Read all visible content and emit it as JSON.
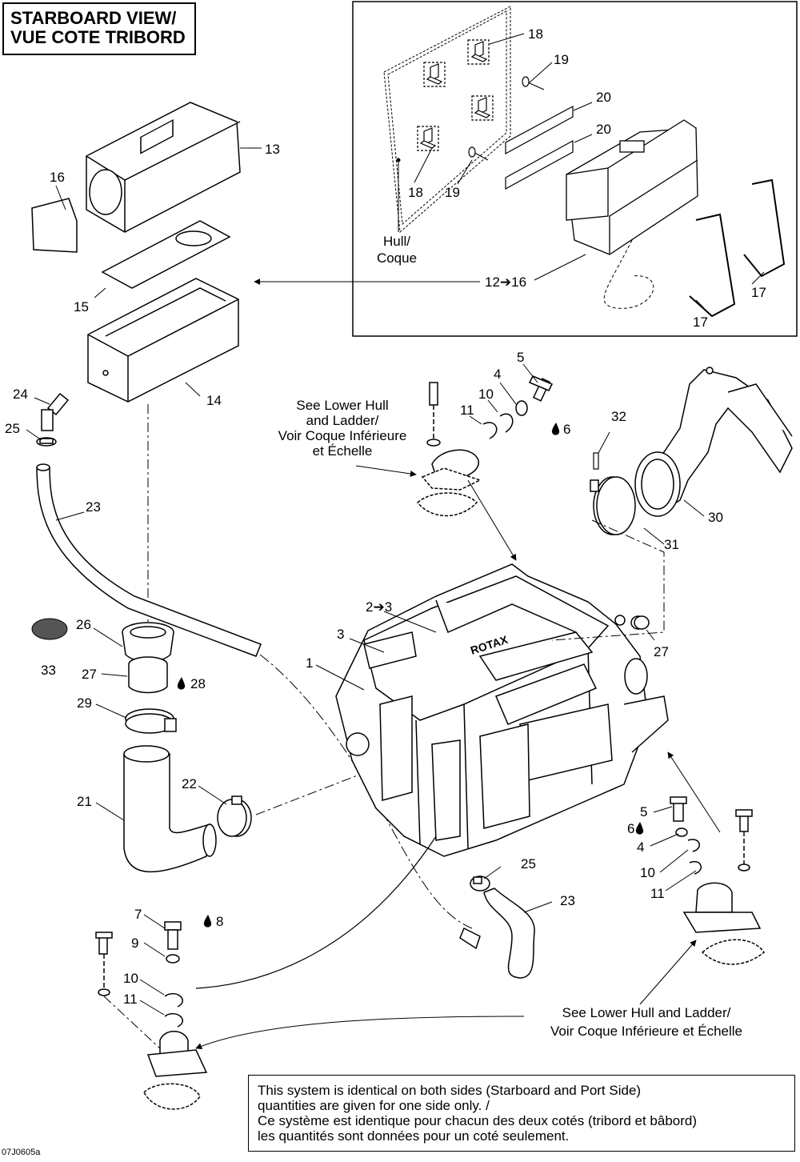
{
  "title": {
    "line1": "STARBOARD VIEW/",
    "line2": "VUE COTE TRIBORD"
  },
  "callouts": [
    {
      "id": "c13",
      "label": "13"
    },
    {
      "id": "c16",
      "label": "16"
    },
    {
      "id": "c15",
      "label": "15"
    },
    {
      "id": "c14",
      "label": "14"
    },
    {
      "id": "c18a",
      "label": "18"
    },
    {
      "id": "c19a",
      "label": "19"
    },
    {
      "id": "c20a",
      "label": "20"
    },
    {
      "id": "c20b",
      "label": "20"
    },
    {
      "id": "c18b",
      "label": "18"
    },
    {
      "id": "c19b",
      "label": "19"
    },
    {
      "id": "c12",
      "label": "12➔16"
    },
    {
      "id": "c17a",
      "label": "17"
    },
    {
      "id": "c17b",
      "label": "17"
    },
    {
      "id": "c24",
      "label": "24"
    },
    {
      "id": "c25a",
      "label": "25"
    },
    {
      "id": "c23a",
      "label": "23"
    },
    {
      "id": "c5a",
      "label": "5"
    },
    {
      "id": "c4a",
      "label": "4"
    },
    {
      "id": "c10a",
      "label": "10"
    },
    {
      "id": "c11a",
      "label": "11"
    },
    {
      "id": "c6a",
      "label": "6"
    },
    {
      "id": "c32",
      "label": "32"
    },
    {
      "id": "c30",
      "label": "30"
    },
    {
      "id": "c31",
      "label": "31"
    },
    {
      "id": "c26",
      "label": "26"
    },
    {
      "id": "c33",
      "label": "33"
    },
    {
      "id": "c27a",
      "label": "27"
    },
    {
      "id": "c28",
      "label": "28"
    },
    {
      "id": "c29",
      "label": "29"
    },
    {
      "id": "c2",
      "label": "2➔3"
    },
    {
      "id": "c3",
      "label": "3"
    },
    {
      "id": "c1",
      "label": "1"
    },
    {
      "id": "c27b",
      "label": "27"
    },
    {
      "id": "c21",
      "label": "21"
    },
    {
      "id": "c22",
      "label": "22"
    },
    {
      "id": "c5b",
      "label": "5"
    },
    {
      "id": "c6b",
      "label": "6"
    },
    {
      "id": "c4b",
      "label": "4"
    },
    {
      "id": "c10b",
      "label": "10"
    },
    {
      "id": "c11b",
      "label": "11"
    },
    {
      "id": "c25b",
      "label": "25"
    },
    {
      "id": "c23b",
      "label": "23"
    },
    {
      "id": "c7",
      "label": "7"
    },
    {
      "id": "c8",
      "label": "8"
    },
    {
      "id": "c9",
      "label": "9"
    },
    {
      "id": "c10c",
      "label": "10"
    },
    {
      "id": "c11c",
      "label": "11"
    }
  ],
  "hull_label": {
    "line1": "Hull/",
    "line2": "Coque"
  },
  "see_lower_hull_top": {
    "line1": "See Lower Hull",
    "line2": "and Ladder/",
    "line3": "Voir Coque Inférieure",
    "line4": "et Échelle"
  },
  "see_lower_hull_bottom": {
    "line1": "See Lower Hull and Ladder/",
    "line2": "Voir Coque Inférieure et Échelle"
  },
  "note": {
    "line1": "This system is identical on both sides (Starboard and Port Side)",
    "line2": "quantities are given for one side only. /",
    "line3": "Ce système est identique pour chacun des deux cotés (tribord et bâbord)",
    "line4": "les quantités sont données pour un coté seulement."
  },
  "engine_brand": "ROTAX",
  "drawing_code": "07J0605a"
}
